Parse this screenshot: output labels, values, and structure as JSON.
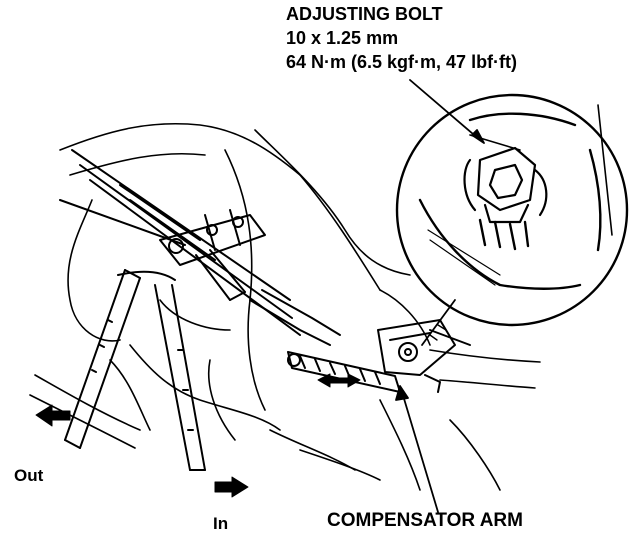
{
  "callouts": {
    "bolt_title": "ADJUSTING BOLT",
    "bolt_size": "10 x 1.25 mm",
    "bolt_torque": "64 N·m (6.5 kgf·m, 47 lbf·ft)",
    "arm_label": "COMPENSATOR ARM"
  },
  "directions": {
    "out_label": "Out",
    "in_label": "In"
  },
  "colors": {
    "ink": "#000000",
    "paper": "#ffffff"
  }
}
